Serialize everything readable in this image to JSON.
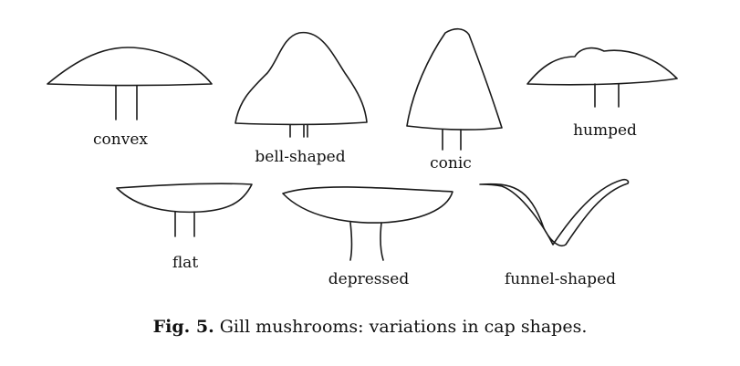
{
  "figure": {
    "shapes": [
      {
        "id": "convex",
        "label": "convex"
      },
      {
        "id": "bell-shaped",
        "label": "bell-shaped"
      },
      {
        "id": "conic",
        "label": "conic"
      },
      {
        "id": "humped",
        "label": "humped"
      },
      {
        "id": "flat",
        "label": "flat"
      },
      {
        "id": "depressed",
        "label": "depressed"
      },
      {
        "id": "funnel-shaped",
        "label": "funnel-shaped"
      }
    ],
    "caption_prefix": "Fig. 5.",
    "caption_text": " Gill mushrooms: variations in cap shapes.",
    "line_color": "#1a1a1a"
  }
}
